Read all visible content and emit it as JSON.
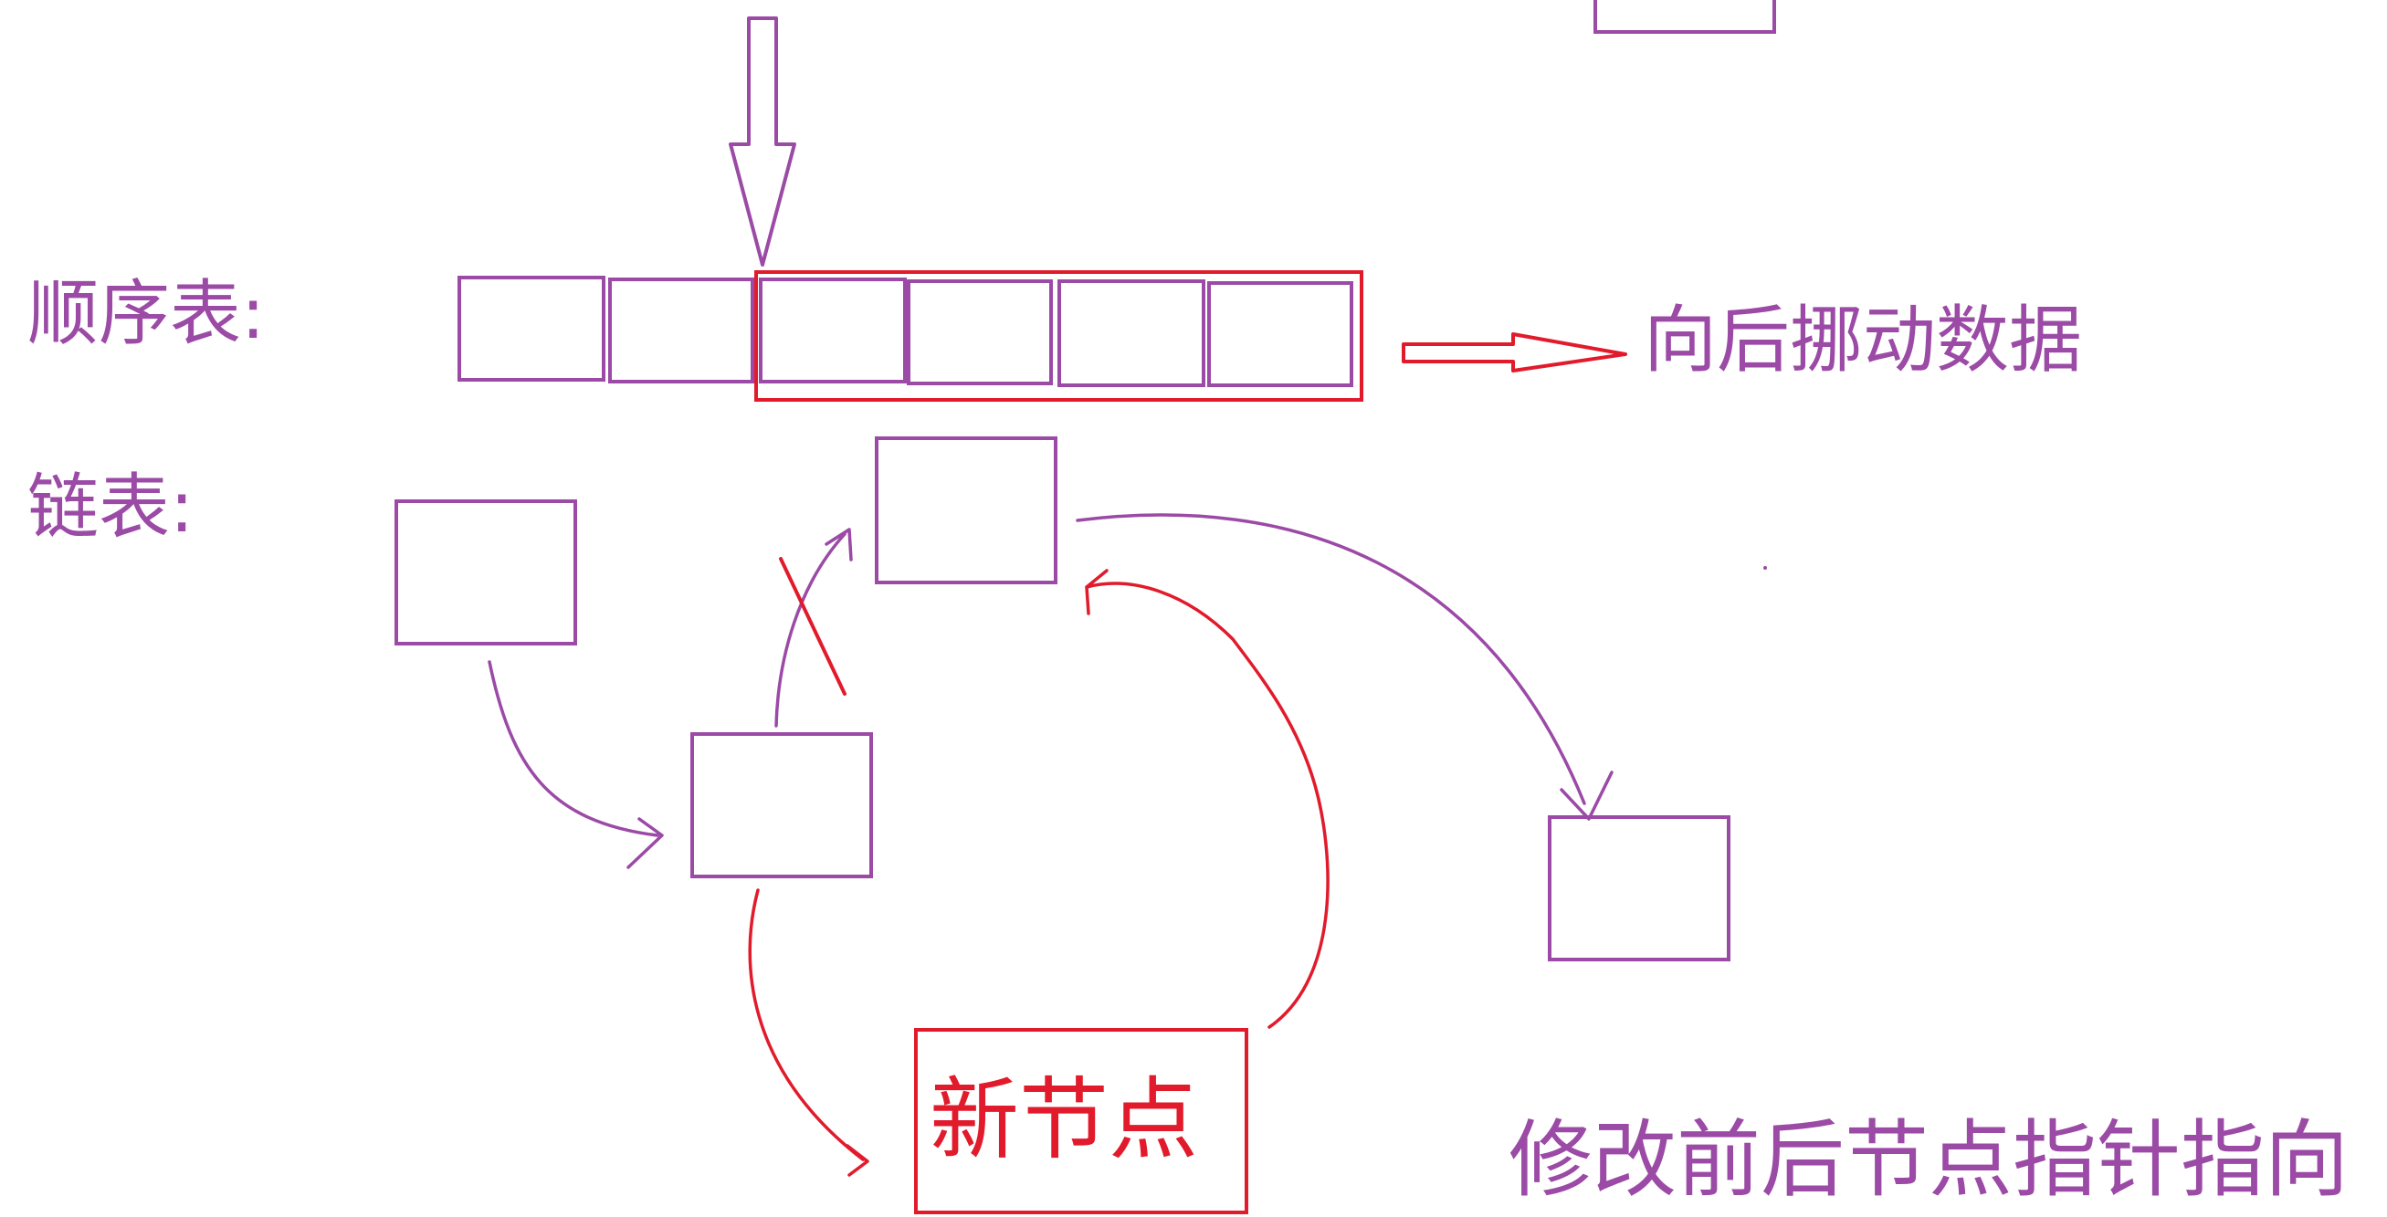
{
  "labels": {
    "sequence_list": "顺序表:",
    "linked_list": "链表:",
    "move_data_back": "向后挪动数据",
    "new_node": "新节点",
    "modify_pointers": "修改前后节点指针指向"
  },
  "colors": {
    "purple": "#9b4aa6",
    "red": "#e11b2b",
    "background": "#ffffff"
  }
}
